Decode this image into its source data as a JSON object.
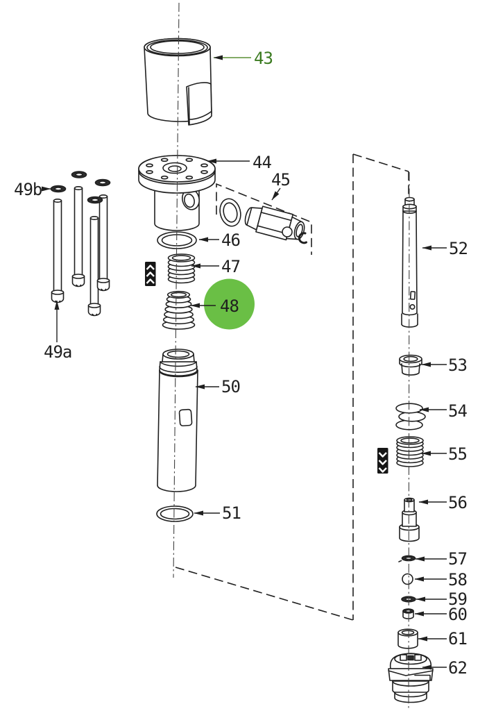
{
  "diagram": {
    "kind": "exploded-parts-diagram",
    "highlighted_part": "48"
  },
  "colors": {
    "background": "#ffffff",
    "line": "#1f1f1f",
    "green_label": "#3a7a1f",
    "highlight_circle": "#6abf45"
  },
  "labels": [
    {
      "id": "43",
      "text": "43"
    },
    {
      "id": "44",
      "text": "44"
    },
    {
      "id": "45",
      "text": "45"
    },
    {
      "id": "46",
      "text": "46"
    },
    {
      "id": "47",
      "text": "47"
    },
    {
      "id": "48",
      "text": "48"
    },
    {
      "id": "49b",
      "text": "49b"
    },
    {
      "id": "49a",
      "text": "49a"
    },
    {
      "id": "50",
      "text": "50"
    },
    {
      "id": "51",
      "text": "51"
    },
    {
      "id": "52",
      "text": "52"
    },
    {
      "id": "53",
      "text": "53"
    },
    {
      "id": "54",
      "text": "54"
    },
    {
      "id": "55",
      "text": "55"
    },
    {
      "id": "56",
      "text": "56"
    },
    {
      "id": "57",
      "text": "57"
    },
    {
      "id": "58",
      "text": "58"
    },
    {
      "id": "59",
      "text": "59"
    },
    {
      "id": "60",
      "text": "60"
    },
    {
      "id": "61",
      "text": "61"
    },
    {
      "id": "62",
      "text": "62"
    }
  ],
  "icons": [
    {
      "name": "grease-up-icon"
    },
    {
      "name": "grease-down-icon"
    }
  ]
}
